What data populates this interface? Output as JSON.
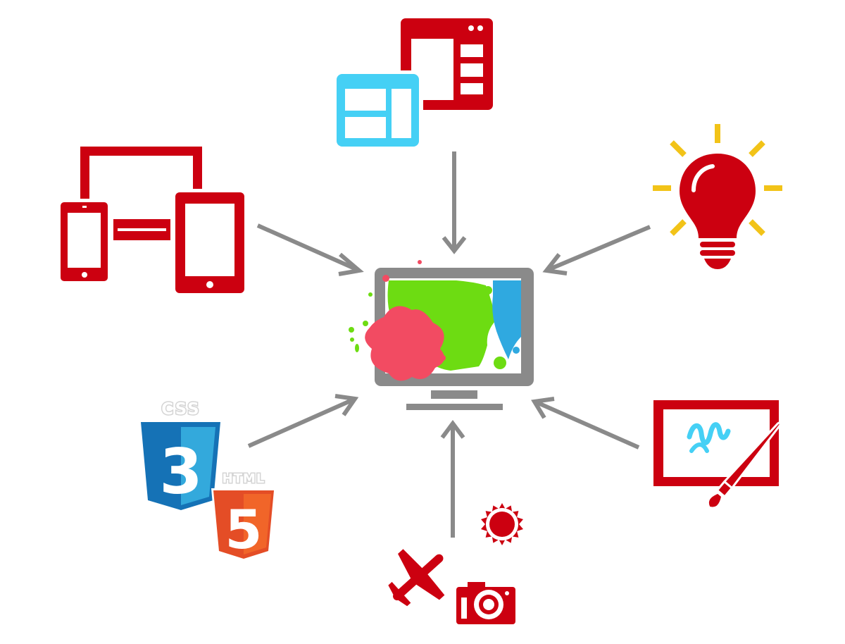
{
  "colors": {
    "red": "#cc0010",
    "gray": "#8a8a8a",
    "cyan": "#45d0f5",
    "yellow": "#f2c318",
    "splash_green": "#6ddc12",
    "splash_pink": "#f24b62",
    "splash_blue": "#2fa9e0",
    "css_blue": "#1572b6",
    "html_orange": "#e44d26",
    "logo_gray": "#d4d4d4"
  },
  "icons": {
    "center": "monitor-paint-splash-icon",
    "top": "web-layout-windows-icon",
    "top_left": "responsive-devices-icon",
    "top_right": "lightbulb-idea-icon",
    "bottom_left": "css3-html5-logos-icon",
    "bottom": "media-photo-travel-icon",
    "bottom_right": "drawing-tablet-brush-icon"
  },
  "logos": {
    "css_label": "CSS",
    "css_number": "3",
    "html_label": "HTML",
    "html_number": "5"
  }
}
